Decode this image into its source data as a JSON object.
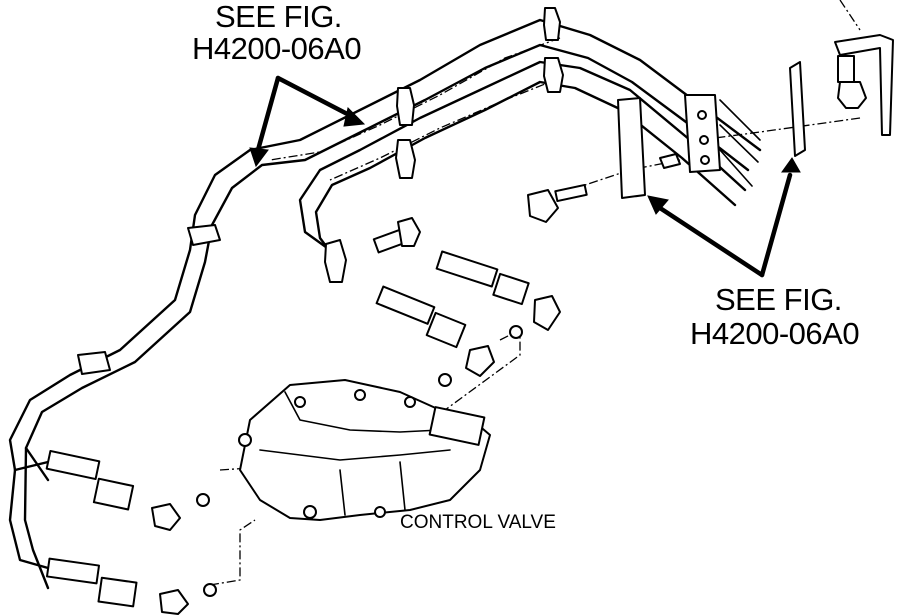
{
  "labels": {
    "ref_top_line1": "SEE FIG.",
    "ref_top_line2": "H4200-06A0",
    "ref_right_line1": "SEE FIG.",
    "ref_right_line2": "H4200-06A0",
    "control_valve": "CONTROL VALVE"
  }
}
